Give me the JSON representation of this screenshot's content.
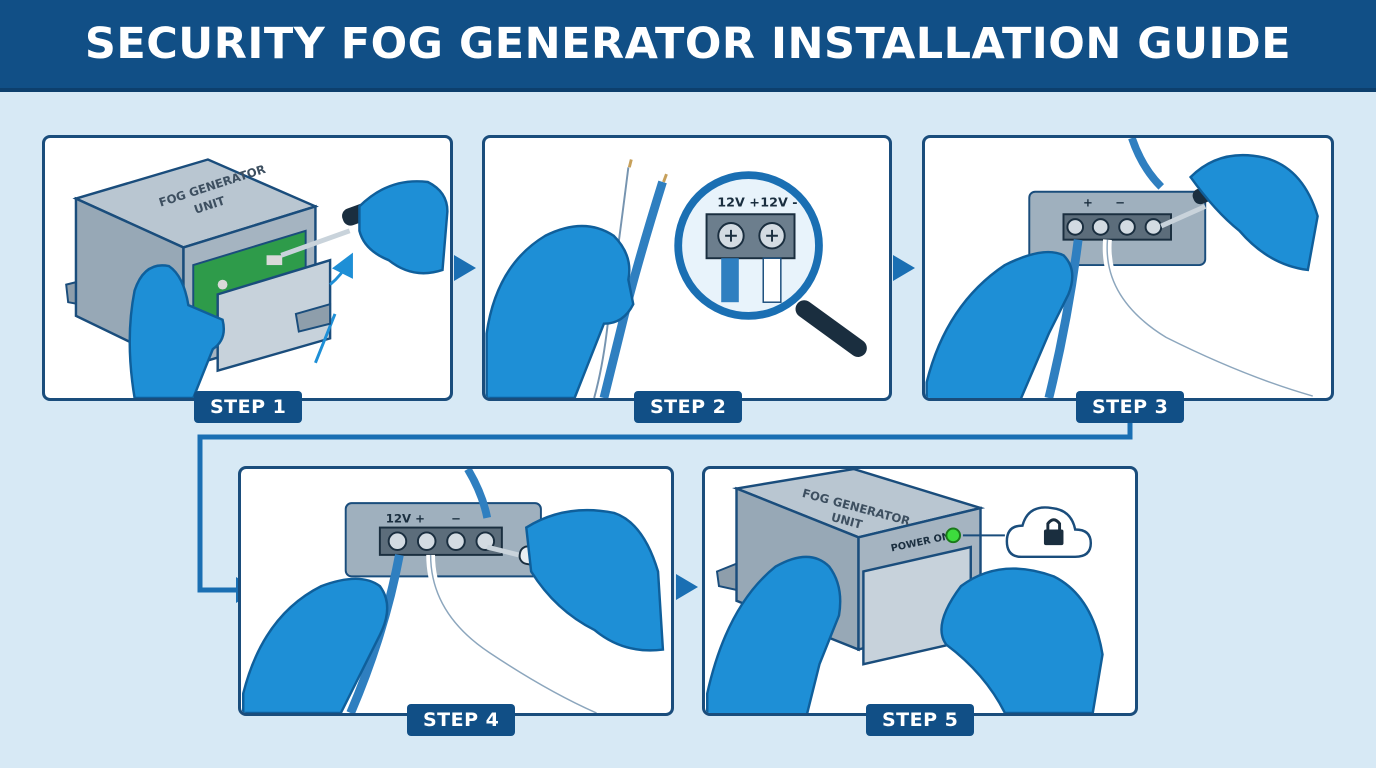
{
  "title": "SECURITY FOG GENERATOR INSTALLATION GUIDE",
  "colors": {
    "header": "#114f86",
    "background": "#d7e9f5",
    "glove": "#1e8fd6",
    "glove_dark": "#0f5f9b",
    "steel": "#a9b7c3",
    "panel_border": "#1a4d7c",
    "led": "#3ddc3d"
  },
  "steps": [
    {
      "label": "STEP 1",
      "unit_label": "FOG GENERATOR\nUNIT"
    },
    {
      "label": "STEP 2",
      "terminal_labels": [
        "12V +",
        "12V -"
      ]
    },
    {
      "label": "STEP 3",
      "terminal_labels": [
        "+",
        "−"
      ]
    },
    {
      "label": "STEP 4",
      "terminal_labels": [
        "12V +",
        "−"
      ]
    },
    {
      "label": "STEP 5",
      "unit_label": "FOG GENERATOR\nUNIT",
      "status_text": "POWER ON"
    }
  ],
  "icons": [
    "screwdriver-icon",
    "magnifier-icon",
    "cloud-lock-icon",
    "flow-arrow-icon"
  ]
}
